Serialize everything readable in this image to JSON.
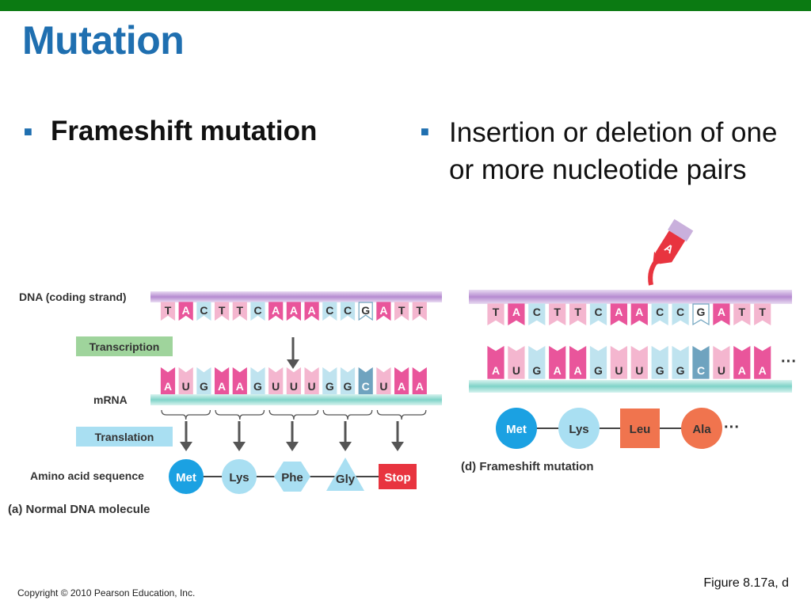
{
  "slide": {
    "title": "Mutation",
    "left_bullet": "Frameshift mutation",
    "right_bullet": "Insertion or deletion of one or more nucleotide pairs",
    "copyright": "Copyright © 2010 Pearson Education, Inc.",
    "figure_ref": "Figure 8.17a, d"
  },
  "colors": {
    "topbar": "#0b7a12",
    "title": "#1f6fb0",
    "pink": "#e9559b",
    "light_pink": "#f4b6cf",
    "light_blue": "#bfe3ef",
    "blue_dark": "#6fa3bf"
  },
  "figure_a": {
    "dna_label": "DNA (coding strand)",
    "dna_bases": [
      "T",
      "A",
      "C",
      "T",
      "T",
      "C",
      "A",
      "A",
      "A",
      "C",
      "C",
      "G",
      "A",
      "T",
      "T"
    ],
    "transcription_label": "Transcription",
    "mrna_label": "mRNA",
    "mrna_bases": [
      "A",
      "U",
      "G",
      "A",
      "A",
      "G",
      "U",
      "U",
      "U",
      "G",
      "G",
      "C",
      "U",
      "A",
      "A"
    ],
    "translation_label": "Translation",
    "amino_label": "Amino acid sequence",
    "amino_acids": [
      "Met",
      "Lys",
      "Phe",
      "Gly",
      "Stop"
    ],
    "caption": "(a) Normal DNA molecule"
  },
  "figure_d": {
    "inserted_base": "A",
    "dna_bases": [
      "T",
      "A",
      "C",
      "T",
      "T",
      "C",
      "A",
      "A",
      "C",
      "C",
      "G",
      "A",
      "T",
      "T"
    ],
    "mrna_bases": [
      "A",
      "U",
      "G",
      "A",
      "A",
      "G",
      "U",
      "U",
      "G",
      "G",
      "C",
      "U",
      "A",
      "A"
    ],
    "ellipsis": "···",
    "amino_acids": [
      "Met",
      "Lys",
      "Leu",
      "Ala"
    ],
    "amino_ellipsis": "···",
    "caption": "(d) Frameshift mutation"
  }
}
